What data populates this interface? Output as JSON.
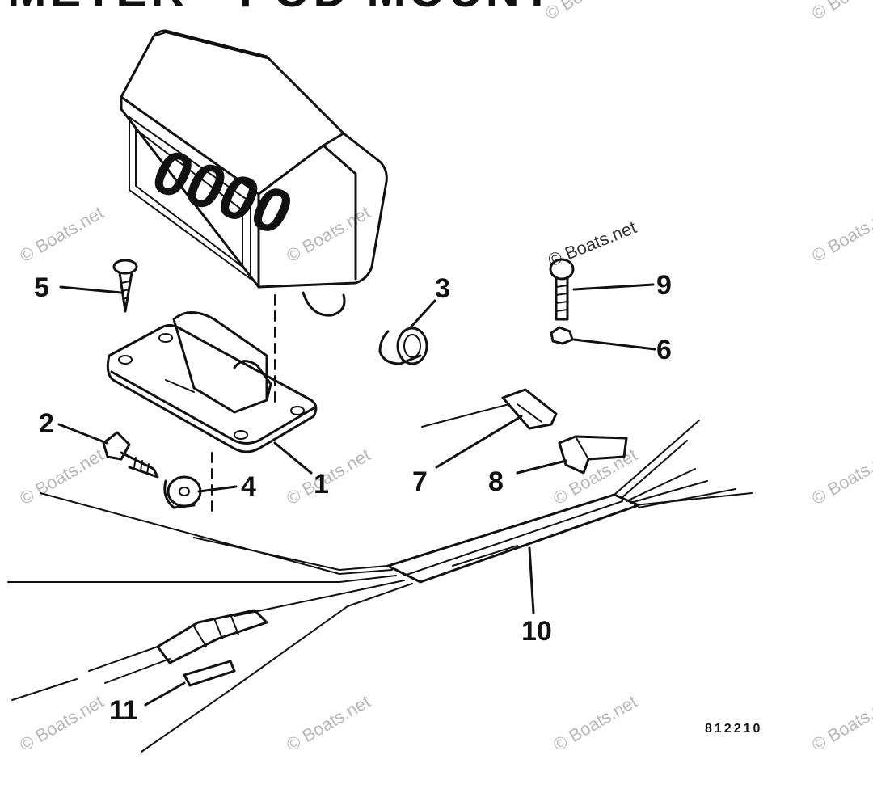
{
  "title": "OMETER - POD MOUNT",
  "diagram_code": "812210",
  "watermark": "© Boats.net",
  "display_readout": "0000",
  "callouts": [
    "1",
    "2",
    "3",
    "4",
    "5",
    "6",
    "7",
    "8",
    "9",
    "10",
    "11"
  ]
}
